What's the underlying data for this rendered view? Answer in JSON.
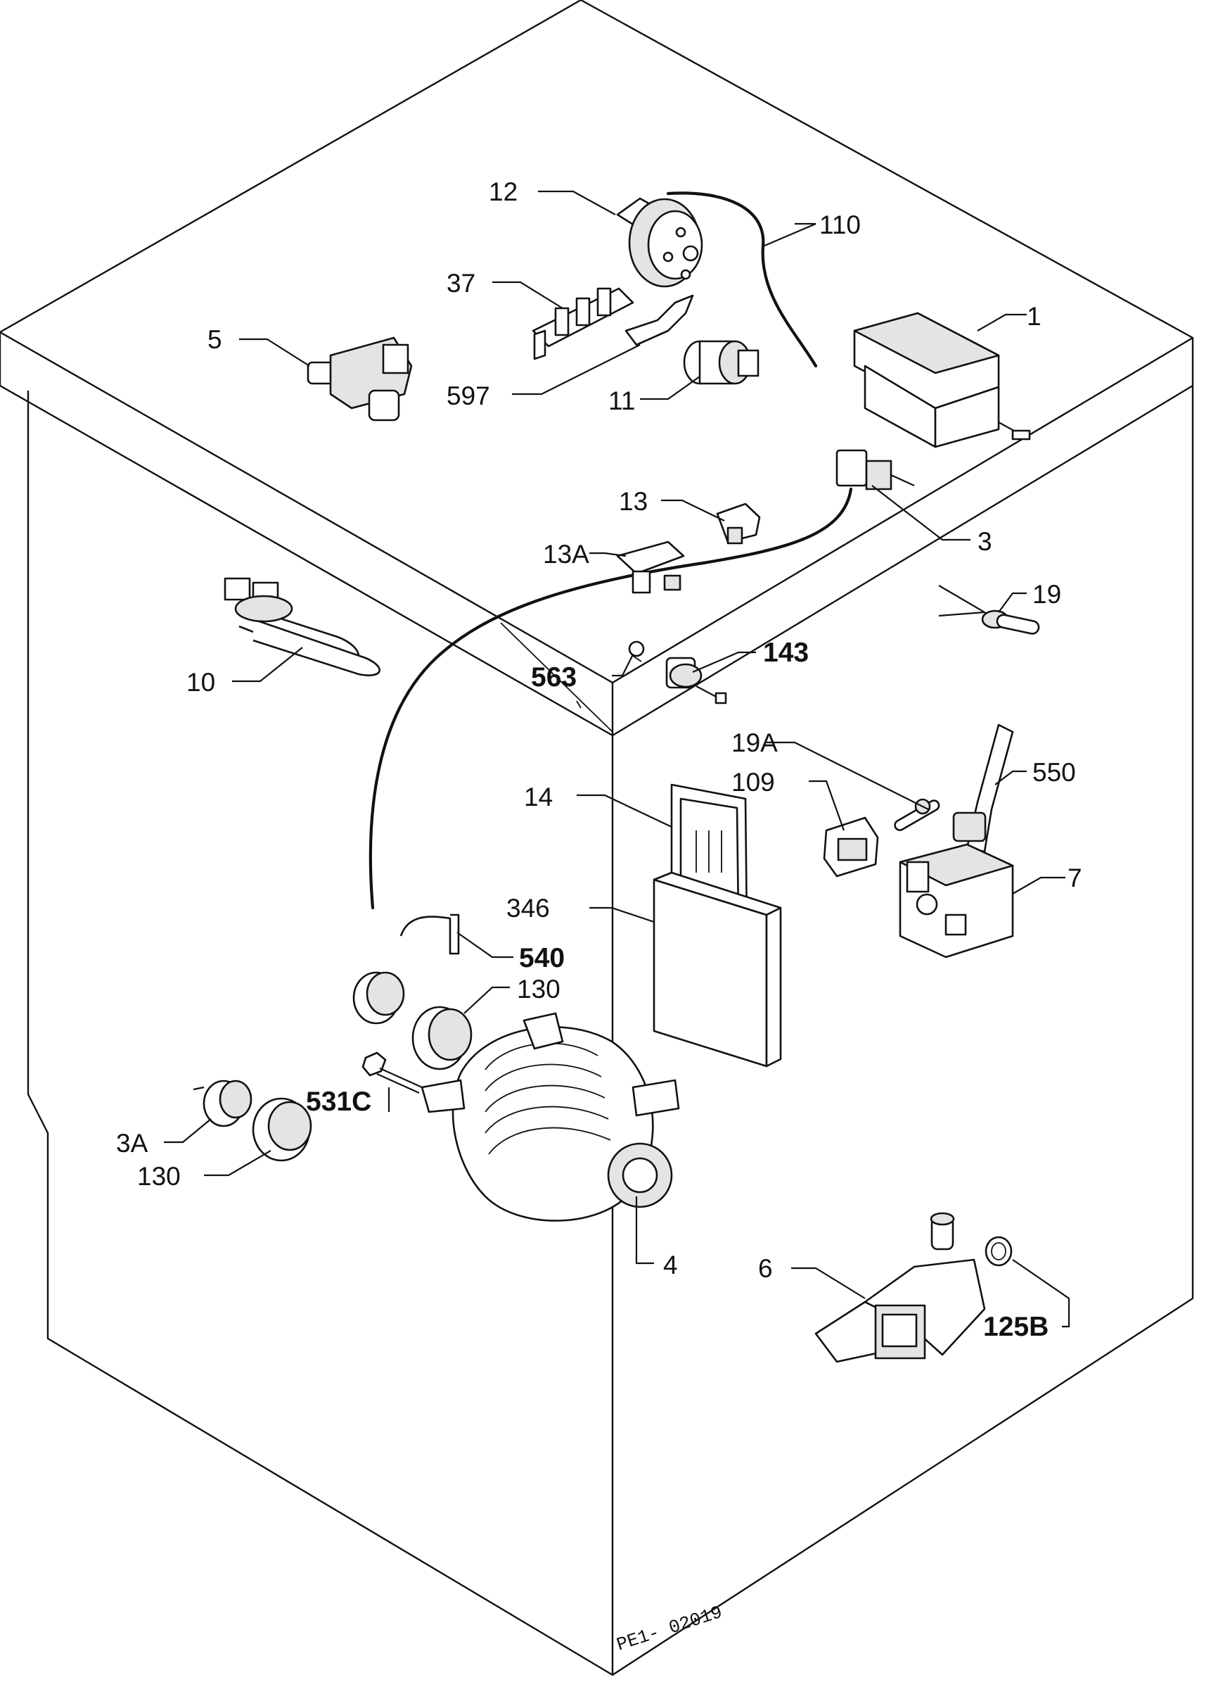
{
  "diagram_code": "PE1- 02019",
  "parts": [
    {
      "id": "p1",
      "label": "1"
    },
    {
      "id": "p3",
      "label": "3"
    },
    {
      "id": "p3a",
      "label": "3A"
    },
    {
      "id": "p4",
      "label": "4"
    },
    {
      "id": "p5",
      "label": "5"
    },
    {
      "id": "p6",
      "label": "6"
    },
    {
      "id": "p7",
      "label": "7"
    },
    {
      "id": "p10",
      "label": "10"
    },
    {
      "id": "p11",
      "label": "11"
    },
    {
      "id": "p12",
      "label": "12"
    },
    {
      "id": "p13",
      "label": "13"
    },
    {
      "id": "p13a",
      "label": "13A"
    },
    {
      "id": "p14",
      "label": "14"
    },
    {
      "id": "p19",
      "label": "19"
    },
    {
      "id": "p19a",
      "label": "19A"
    },
    {
      "id": "p37",
      "label": "37"
    },
    {
      "id": "p109",
      "label": "109"
    },
    {
      "id": "p110",
      "label": "110"
    },
    {
      "id": "p125b",
      "label": "125B"
    },
    {
      "id": "p130a",
      "label": "130"
    },
    {
      "id": "p130b",
      "label": "130"
    },
    {
      "id": "p143",
      "label": "143"
    },
    {
      "id": "p346",
      "label": "346"
    },
    {
      "id": "p531c",
      "label": "531C"
    },
    {
      "id": "p540",
      "label": "540"
    },
    {
      "id": "p550",
      "label": "550"
    },
    {
      "id": "p563",
      "label": "563"
    },
    {
      "id": "p597",
      "label": "597"
    }
  ]
}
